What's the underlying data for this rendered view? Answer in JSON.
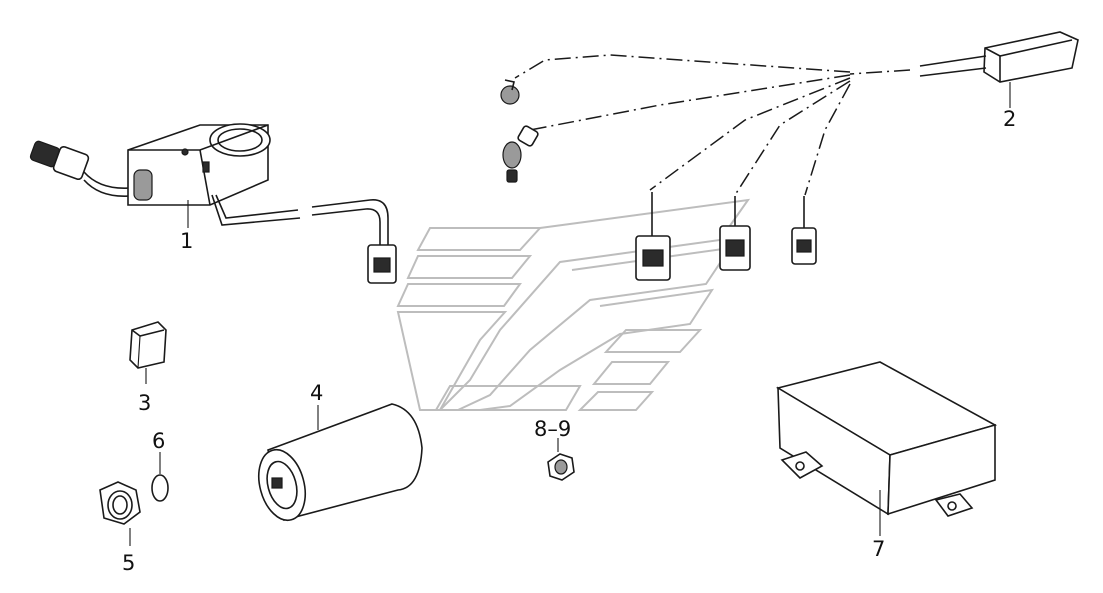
{
  "diagram": {
    "callouts": [
      {
        "id": "p1",
        "label": "1"
      },
      {
        "id": "p2",
        "label": "2"
      },
      {
        "id": "p3",
        "label": "3"
      },
      {
        "id": "p4",
        "label": "4"
      },
      {
        "id": "p5",
        "label": "5"
      },
      {
        "id": "p6",
        "label": "6"
      },
      {
        "id": "p7",
        "label": "7"
      },
      {
        "id": "p89",
        "label": "8–9"
      }
    ]
  }
}
